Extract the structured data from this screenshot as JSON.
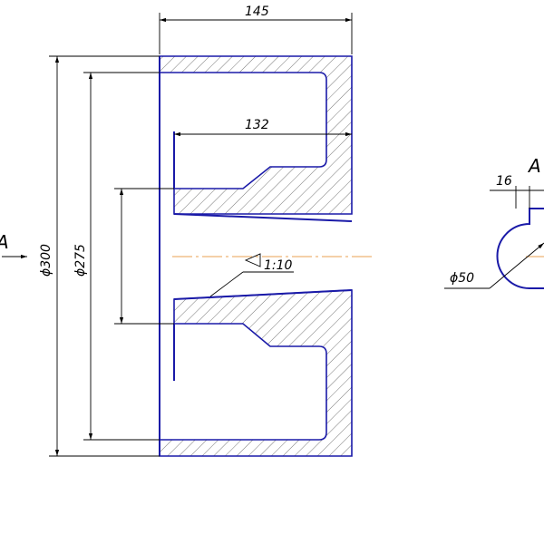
{
  "dimensions": {
    "overall_width": "145",
    "inner_width": "132",
    "outer_diameter": "ϕ300",
    "inner_diameter": "ϕ275",
    "taper": "1:10",
    "keyway_width": "16",
    "shaft_diameter": "ϕ50"
  },
  "view_labels": {
    "left_arrow": "A",
    "right_view": "A"
  },
  "colors": {
    "outline": "#1a1aa8",
    "axis": "#e8a050",
    "dimension": "#000000"
  }
}
